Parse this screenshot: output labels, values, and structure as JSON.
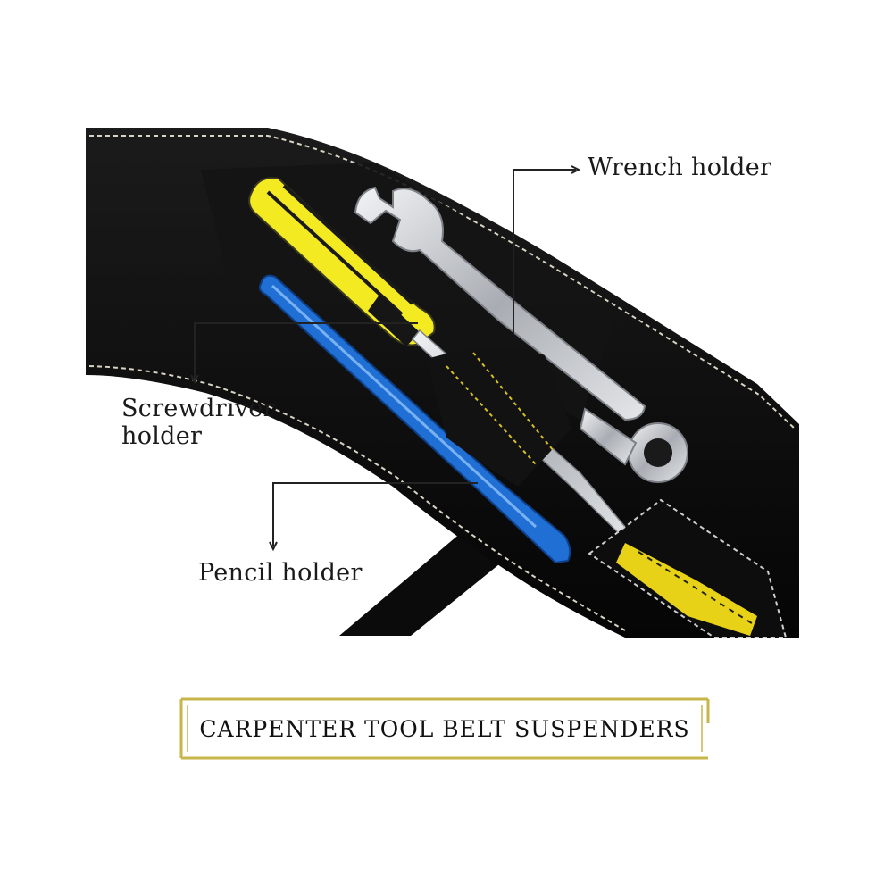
{
  "callouts": {
    "wrench": "Wrench holder",
    "screwdriver": "Screwdriver\nholder",
    "pencil": "Pencil holder"
  },
  "banner": {
    "title": "CARPENTER TOOL BELT SUSPENDERS"
  },
  "colors": {
    "background": "#ffffff",
    "belt": "#0e0e0e",
    "stitching": "#d9d4c4",
    "accent_yellow": "#e8d218",
    "screwdriver_yellow": "#f4ea22",
    "pencil_blue": "#1f6fd4",
    "wrench_chrome": "#c9ccd0",
    "banner_frame": "#c9b64a"
  },
  "icons": [
    "screwdriver",
    "combination-wrench",
    "blue-pencil",
    "tool-belt-strap"
  ]
}
